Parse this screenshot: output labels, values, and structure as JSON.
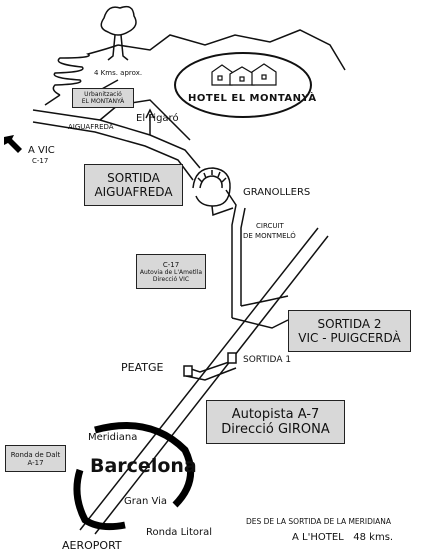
{
  "hotel": {
    "name": "HOTEL EL MONTANYÀ"
  },
  "labels": {
    "distance_note": "4 Kms. aprox.",
    "el_figaro": "El Figaró",
    "aiguafreda_small": "AIGUAFREDA",
    "a_vic": "A VIC",
    "c17": "C-17",
    "granollers": "GRANOLLERS",
    "circuit_line1": "CIRCUIT",
    "circuit_line2": "DE MONTMELÓ",
    "peatge": "PEATGE",
    "sortida1": "SORTIDA 1",
    "meridiana": "Meridiana",
    "gran_via": "Gran Via",
    "ronda_litoral": "Ronda Litoral",
    "aeroport": "AEROPORT",
    "barcelona": "Barcelona"
  },
  "boxes": {
    "urbanitzacio": {
      "line1": "Urbanització",
      "line2": "EL MONTANYÀ"
    },
    "sortida_aiguafreda": {
      "line1": "SORTIDA",
      "line2": "AIGUAFREDA"
    },
    "c17_box": {
      "line1": "C-17",
      "line2": "Autovia de L'Ametlla",
      "line3": "Direcció VIC"
    },
    "sortida2": {
      "line1": "SORTIDA 2",
      "line2": "VIC - PUIGCERDÀ"
    },
    "autopista": {
      "line1": "Autopista A-7",
      "line2": "Direcció GIRONA"
    },
    "ronda_dalt": {
      "line1": "Ronda de Dalt",
      "line2": "A-17"
    }
  },
  "footer": {
    "line1": "DES DE LA SORTIDA DE LA MERIDIANA",
    "line2": "A L'HOTEL   48 kms."
  },
  "icons": [
    "tree-icon",
    "houses-icon",
    "arrow-icon"
  ]
}
